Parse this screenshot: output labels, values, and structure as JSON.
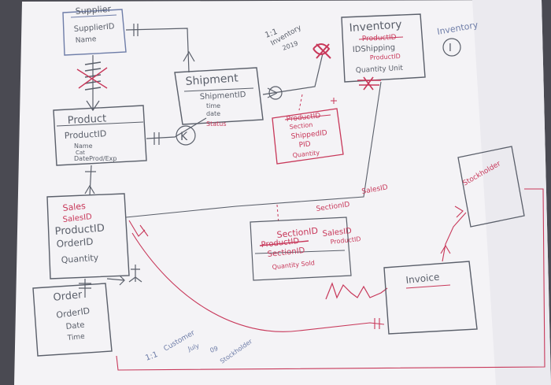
{
  "supplier": {
    "title": "Supplier",
    "lines": [
      "SupplierID",
      "Name"
    ]
  },
  "shipment": {
    "title": "Shipment",
    "lines": [
      "ShipmentID",
      "time",
      "date",
      "Status"
    ]
  },
  "inventory": {
    "title": "Inventory",
    "lines": [
      "ProductID",
      "IDShipping",
      "ProductID",
      "Quantity Unit"
    ]
  },
  "inventory_note": {
    "text": "Inventory",
    "marker": "I"
  },
  "inventory_detail": {
    "lines": [
      "ProductID",
      "ShippedID",
      "PID",
      "Quantity"
    ],
    "struck": [
      "ProductID",
      "Section"
    ]
  },
  "inventory_cardinality": {
    "lines": [
      "1:1",
      "Inventory",
      "2019"
    ]
  },
  "product": {
    "title": "Product",
    "lines": [
      "ProductID",
      "Name",
      "Cat",
      "DateProd/Exp"
    ],
    "marker": "K"
  },
  "sales": {
    "title": "Sales",
    "lines": [
      "SalesID",
      "ProductID",
      "OrderID",
      "Quantity"
    ]
  },
  "order": {
    "title": "Order",
    "lines": [
      "OrderID",
      "Date",
      "Time"
    ]
  },
  "section": {
    "lines": [
      "SectionID",
      "SectionID",
      "Quantity Sold"
    ],
    "struck": [
      "ProductID"
    ],
    "side": [
      "SalesID",
      "ProductID"
    ]
  },
  "sales_section_label": {
    "lines": [
      "SalesID",
      "SectionID"
    ]
  },
  "invoice": {
    "title": "Invoice"
  },
  "stockholder": {
    "title": "Stockholder"
  },
  "customer_note": {
    "lines": [
      "1:1",
      "Customer",
      "July",
      "09",
      "Stockholder"
    ]
  },
  "colors": {
    "paper": "#f4f3f6",
    "pencil": "#5a5f6a",
    "red": "#c8385a",
    "pink": "#d97a95",
    "blue": "#6e7da8"
  }
}
